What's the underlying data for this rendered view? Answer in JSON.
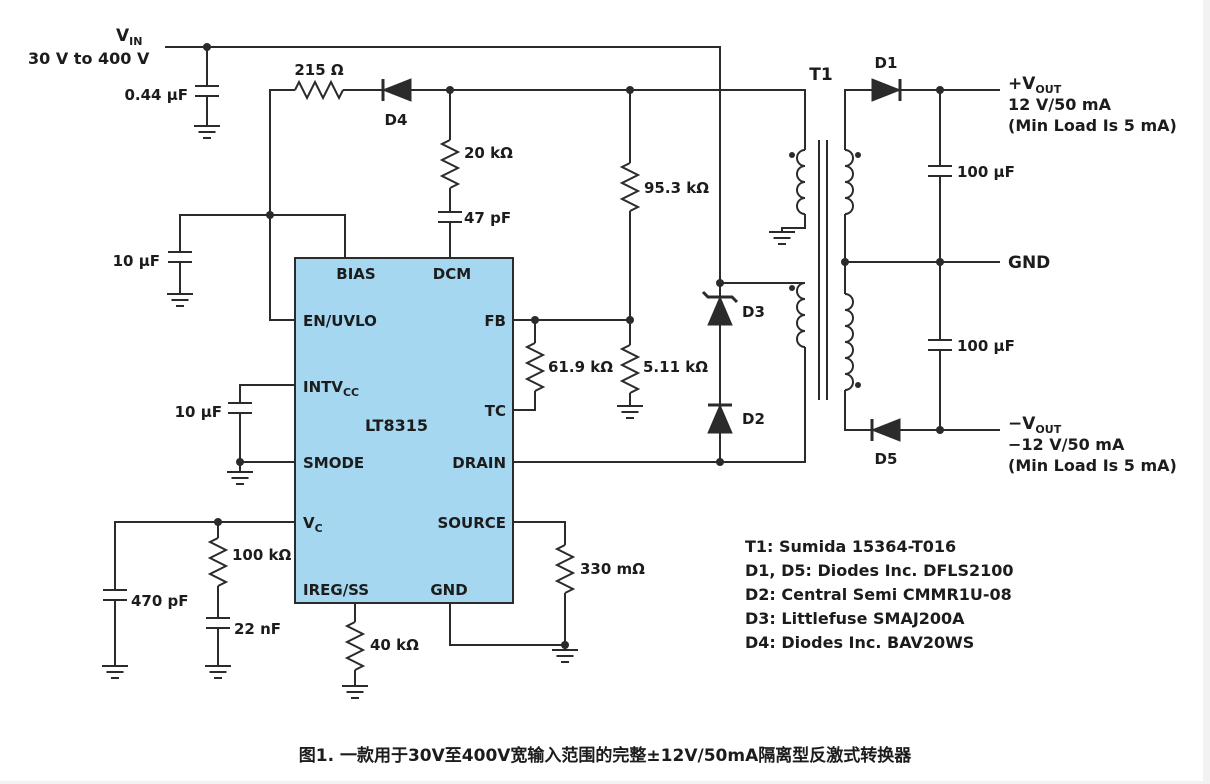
{
  "colors": {
    "ic_fill": "#a5d8f0",
    "caption": "#3a5a8a"
  },
  "source": {
    "vin_main": "V",
    "vin_sub": "IN",
    "vin_range": "30 V to 400 V"
  },
  "parts": {
    "c_in": "0.44 µF",
    "r_bias": "215 Ω",
    "d4": "D4",
    "r_dcm": "20 kΩ",
    "c_dcm": "47 pF",
    "r_fb_top": "95.3 kΩ",
    "c_bias": "10 µF",
    "c_intvcc": "10 µF",
    "r_tc": "61.9 kΩ",
    "r_fb_bot": "5.11 kΩ",
    "d3": "D3",
    "d2": "D2",
    "t1": "T1",
    "d1": "D1",
    "d5": "D5",
    "c_out_pos": "100 µF",
    "c_out_neg": "100 µF",
    "c_vc": "470 pF",
    "r_vc": "100 kΩ",
    "c_vc2": "22 nF",
    "r_ss": "40 kΩ",
    "r_sense": "330 mΩ"
  },
  "outputs": {
    "pos_main": "+V",
    "pos_sub": "OUT",
    "pos_rating": "12 V/50 mA",
    "pos_note": "(Min Load Is 5 mA)",
    "gnd": "GND",
    "neg_main": "−V",
    "neg_sub": "OUT",
    "neg_rating": "−12 V/50 mA",
    "neg_note": "(Min Load Is 5 mA)"
  },
  "ic": {
    "name": "LT8315",
    "pin_bias": "BIAS",
    "pin_dcm": "DCM",
    "pin_en": "EN/UVLO",
    "pin_fb": "FB",
    "pin_intvcc_main": "INTV",
    "pin_intvcc_sub": "CC",
    "pin_tc": "TC",
    "pin_smode": "SMODE",
    "pin_drain": "DRAIN",
    "pin_vc_main": "V",
    "pin_vc_sub": "C",
    "pin_source": "SOURCE",
    "pin_iregss": "IREG/SS",
    "pin_gnd": "GND"
  },
  "bom": [
    "T1: Sumida 15364-T016",
    "D1, D5: Diodes Inc. DFLS2100",
    "D2: Central Semi CMMR1U-08",
    "D3: Littlefuse SMAJ200A",
    "D4: Diodes Inc. BAV20WS"
  ],
  "figure": {
    "caption": "图1. 一款用于30V至400V宽输入范围的完整±12V/50mA隔离型反激式转换器"
  }
}
